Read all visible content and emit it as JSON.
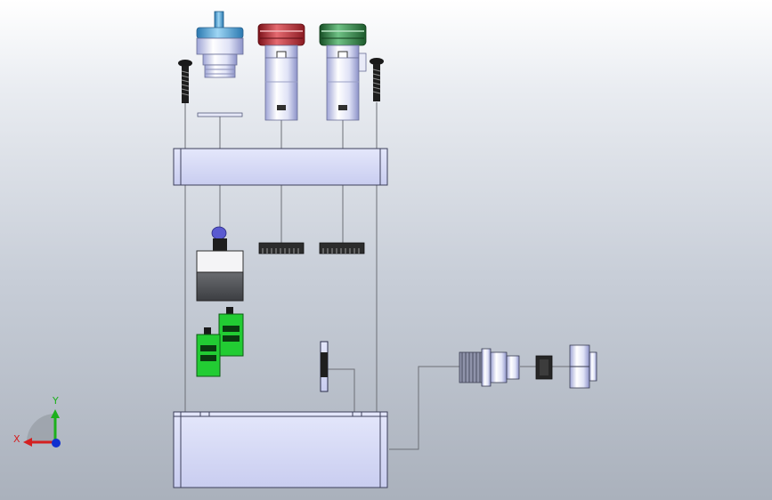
{
  "viewport": {
    "type": "cad-exploded-assembly-view",
    "background": "gradient-white-to-gray"
  },
  "triad": {
    "x_label": "X",
    "y_label": "Y",
    "x_color": "#d42020",
    "y_color": "#1cb01c",
    "z_color": "#1030d0"
  },
  "parts": [
    {
      "name": "selector-switch-blue",
      "color": "#4aa3d8"
    },
    {
      "name": "pushbutton-red",
      "color": "#c8333c"
    },
    {
      "name": "pushbutton-green",
      "color": "#2f8a45"
    },
    {
      "name": "mounting-screw-left",
      "color": "#202020"
    },
    {
      "name": "mounting-screw-right",
      "color": "#202020"
    },
    {
      "name": "top-cover-plate",
      "color": "#d8dcf5"
    },
    {
      "name": "lock-nut-1",
      "color": "#2a2a2a"
    },
    {
      "name": "lock-nut-2",
      "color": "#2a2a2a"
    },
    {
      "name": "indicator-module",
      "color": "#56585c"
    },
    {
      "name": "contact-block-green-1",
      "color": "#22cc33"
    },
    {
      "name": "contact-block-green-2",
      "color": "#22cc33"
    },
    {
      "name": "gasket",
      "color": "#d0d6f5"
    },
    {
      "name": "cable-gland",
      "color": "#c6cbe8"
    },
    {
      "name": "enclosure-base",
      "color": "#d8dcf5"
    }
  ]
}
